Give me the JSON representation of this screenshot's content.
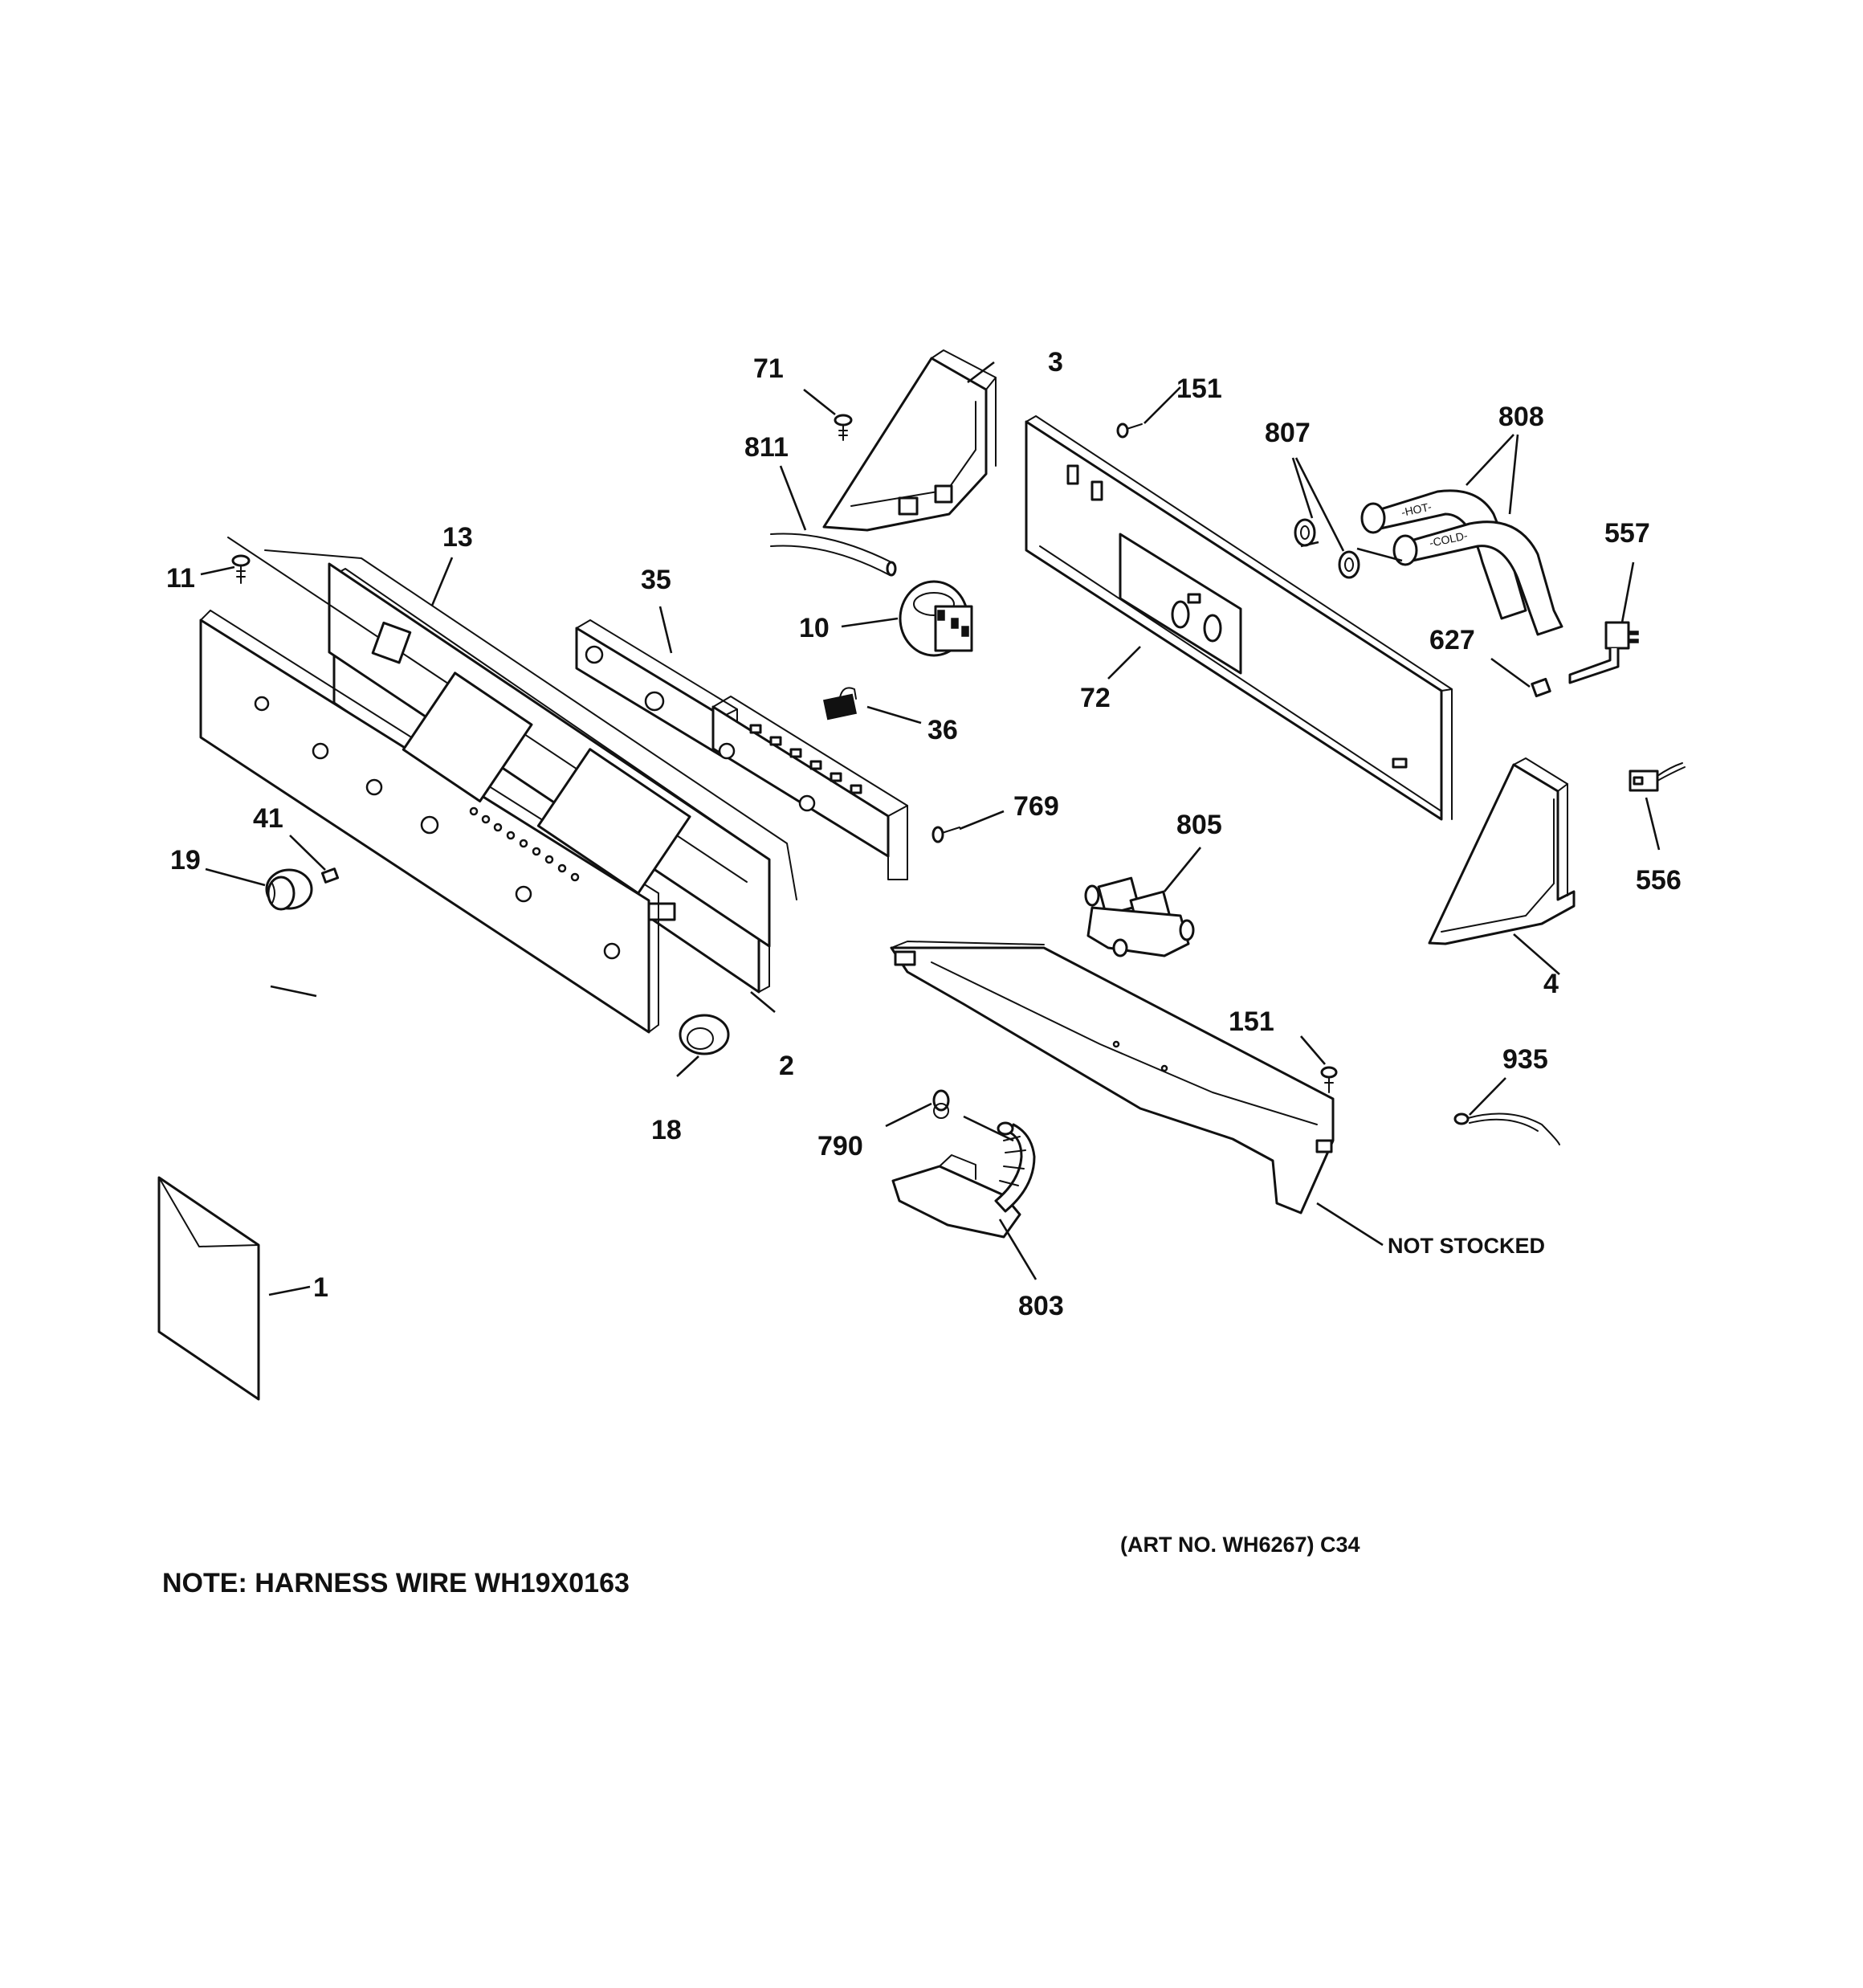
{
  "callouts": {
    "c1": "1",
    "c2": "2",
    "c3": "3",
    "c4": "4",
    "c10": "10",
    "c11": "11",
    "c13": "13",
    "c18": "18",
    "c19": "19",
    "c35": "35",
    "c36": "36",
    "c41": "41",
    "c71": "71",
    "c72": "72",
    "c151a": "151",
    "c151b": "151",
    "c556": "556",
    "c557": "557",
    "c627": "627",
    "c769": "769",
    "c790": "790",
    "c803": "803",
    "c805": "805",
    "c807": "807",
    "c808": "808",
    "c811": "811",
    "c935": "935"
  },
  "hose_labels": {
    "hot": "-HOT-",
    "cold": "-COLD-"
  },
  "not_stocked": "NOT STOCKED",
  "art_no": "(ART NO. WH6267) C34",
  "note": "NOTE: HARNESS WIRE WH19X0163"
}
